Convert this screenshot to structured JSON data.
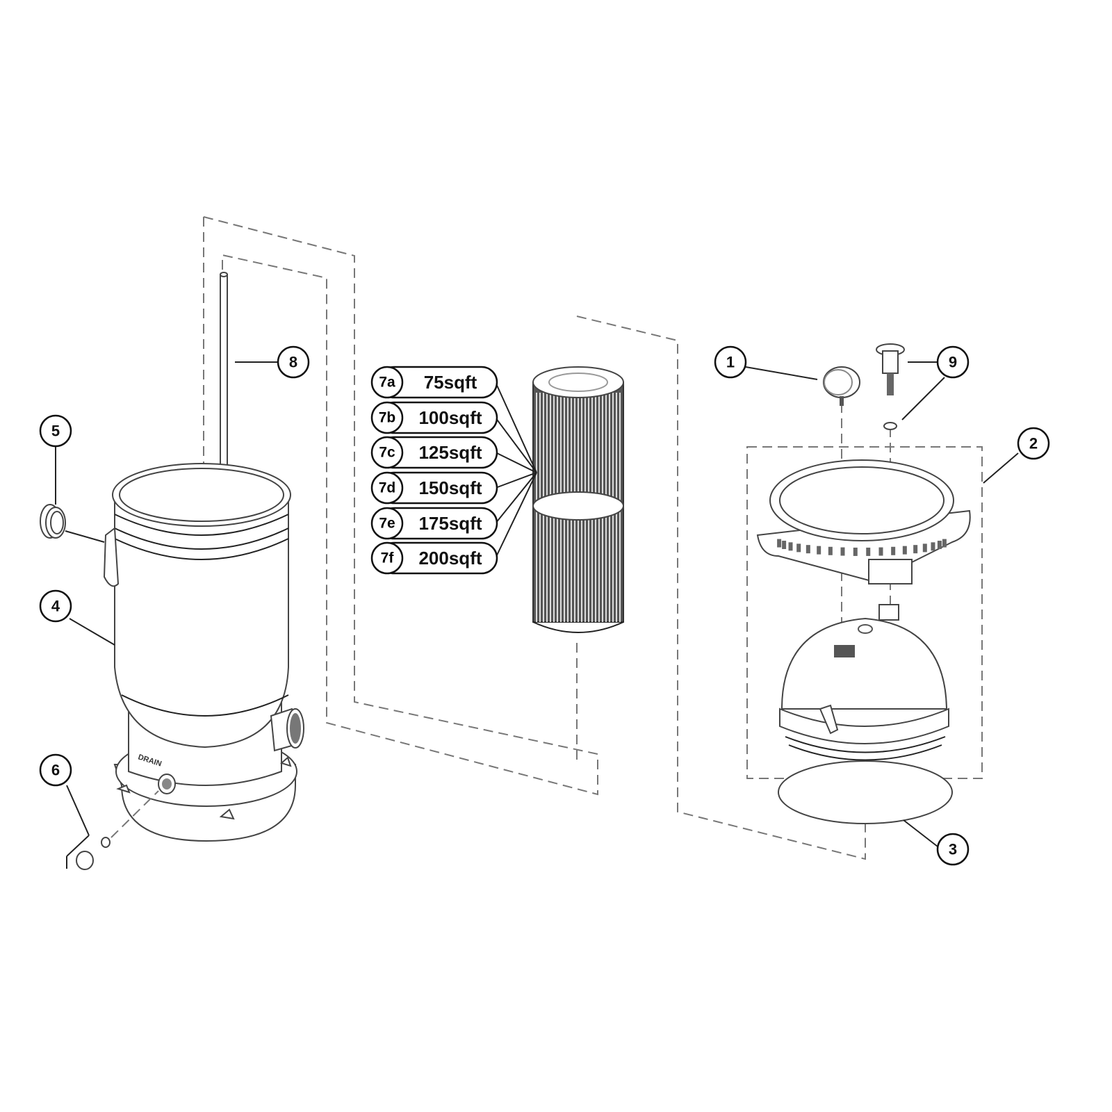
{
  "diagram": {
    "callouts": [
      "1",
      "2",
      "3",
      "4",
      "5",
      "6",
      "8",
      "9"
    ],
    "cartridge_options": [
      {
        "id": "7a",
        "area": "75sqft"
      },
      {
        "id": "7b",
        "area": "100sqft"
      },
      {
        "id": "7c",
        "area": "125sqft"
      },
      {
        "id": "7d",
        "area": "150sqft"
      },
      {
        "id": "7e",
        "area": "175sqft"
      },
      {
        "id": "7f",
        "area": "200sqft"
      }
    ],
    "tank_drain_label": "DRAIN"
  }
}
